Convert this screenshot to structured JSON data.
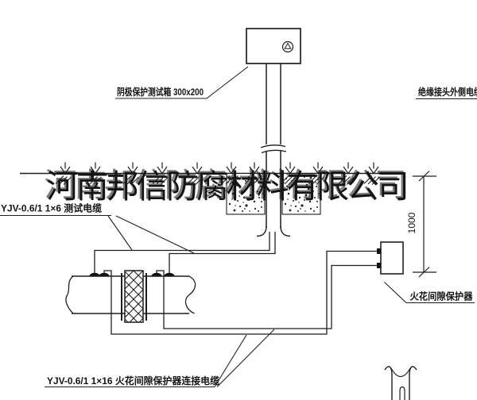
{
  "drawing": {
    "title_labels": {
      "test_box": "阴极保护测试箱 300x200",
      "outer_cable": "绝缘接头外侧电缆",
      "test_cable": "YJV-0.6/1  1×6  测试电缆",
      "spark_gap": "火花间隙保护器",
      "spark_cable": "YJV-0.6/1  1×16  火花间隙保护器连接电缆",
      "dimension": "1000"
    },
    "watermark": "河南邦信防腐材料有限公司",
    "colors": {
      "line": "#1f1f1f",
      "background": "#ffffff",
      "watermark": "#111111"
    }
  }
}
